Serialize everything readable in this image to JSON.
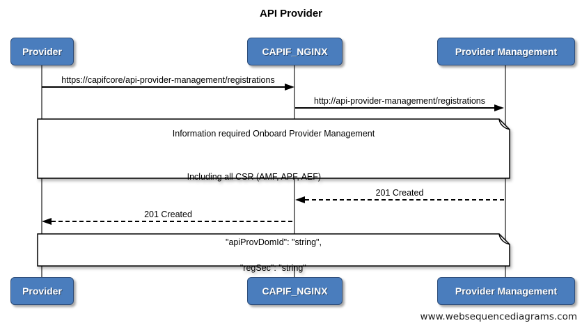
{
  "title": "API Provider",
  "watermark": "www.websequencediagrams.com",
  "actors": [
    {
      "id": "provider",
      "label": "Provider"
    },
    {
      "id": "capif-nginx",
      "label": "CAPIF_NGINX"
    },
    {
      "id": "provider-management",
      "label": "Provider Management"
    }
  ],
  "messages": [
    {
      "from": "Provider",
      "to": "CAPIF_NGINX",
      "style": "solid",
      "label": "https://capifcore/api-provider-management/registrations"
    },
    {
      "from": "CAPIF_NGINX",
      "to": "Provider Management",
      "style": "solid",
      "label": "http://api-provider-management/registrations"
    },
    {
      "from": "Provider Management",
      "to": "CAPIF_NGINX",
      "style": "dashed",
      "label": "201 Created"
    },
    {
      "from": "CAPIF_NGINX",
      "to": "Provider",
      "style": "dashed",
      "label": "201 Created"
    }
  ],
  "notes": [
    {
      "lines": [
        "Information required Onboard Provider Management",
        "Including all CSR (AMF, APF, AEF)"
      ]
    },
    {
      "lines": [
        "\"apiProvDomId\": \"string\",",
        "\"regSec\": \"string\""
      ]
    }
  ],
  "colors": {
    "actor_fill": "#4a7dbd",
    "actor_border": "#2e4d79",
    "actor_text": "#ffffff",
    "lifeline": "#757575",
    "note_fill": "#ffffff",
    "note_border": "#000000",
    "arrow": "#000000",
    "background": "#ffffff",
    "title_text": "#000000",
    "watermark_text": "#1c1c1c"
  }
}
